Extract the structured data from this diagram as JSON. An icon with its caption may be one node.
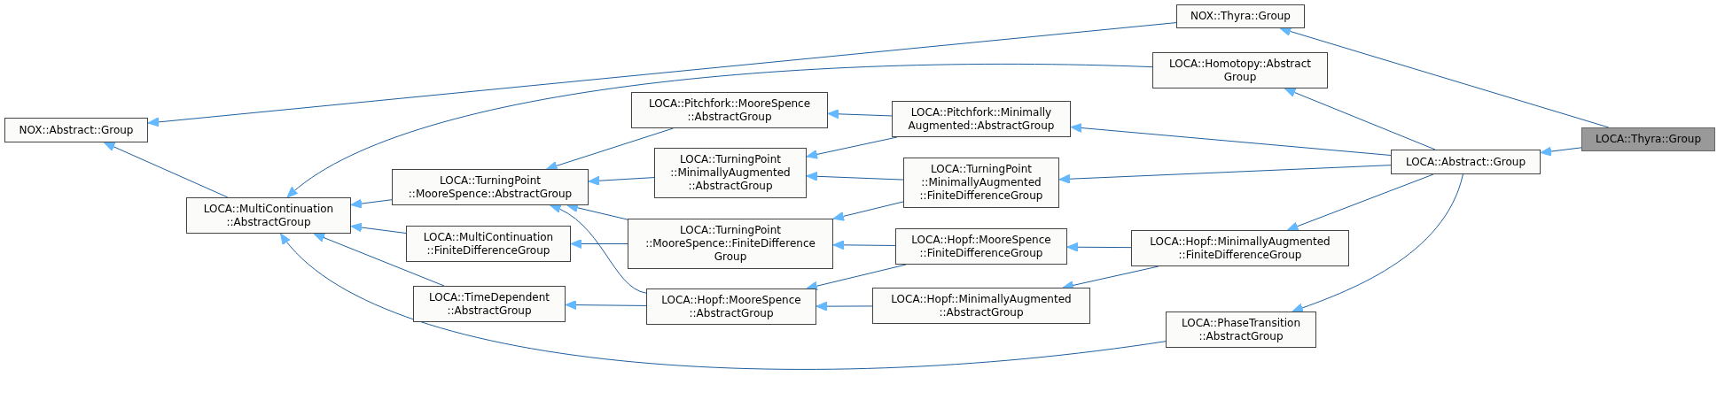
{
  "diagram": {
    "nodes": [
      {
        "text": [
          "NOX::Abstract::Group"
        ]
      },
      {
        "text": [
          "LOCA::MultiContinuation ::AbstractGroup"
        ]
      },
      {
        "text": [
          "LOCA::TurningPoint ::MooreSpence::AbstractGroup"
        ]
      },
      {
        "text": [
          "LOCA::MultiContinuation ::FiniteDifferenceGroup"
        ]
      },
      {
        "text": [
          "LOCA::TimeDependent ::AbstractGroup"
        ]
      },
      {
        "text": [
          "LOCA::Pitchfork::MooreSpence ::AbstractGroup"
        ]
      },
      {
        "text": [
          "LOCA::TurningPoint ::MinimallyAugmented ::AbstractGroup"
        ]
      },
      {
        "text": [
          "LOCA::TurningPoint ::MooreSpence::FiniteDifference Group"
        ]
      },
      {
        "text": [
          "LOCA::Hopf::MooreSpence ::AbstractGroup"
        ]
      },
      {
        "text": [
          "LOCA::Pitchfork::Minimally Augmented::AbstractGroup"
        ]
      },
      {
        "text": [
          "LOCA::TurningPoint ::MinimallyAugmented ::FiniteDifferenceGroup"
        ]
      },
      {
        "text": [
          "LOCA::Hopf::MooreSpence ::FiniteDifferenceGroup"
        ]
      },
      {
        "text": [
          "LOCA::Hopf::MinimallyAugmented ::AbstractGroup"
        ]
      },
      {
        "text": [
          "NOX::Thyra::Group"
        ]
      },
      {
        "text": [
          "LOCA::Homotopy::Abstract Group"
        ]
      },
      {
        "text": [
          "LOCA::Abstract::Group"
        ]
      },
      {
        "text": [
          "LOCA::Thyra::Group"
        ]
      },
      {
        "text": [
          "LOCA::Hopf::MinimallyAugmented ::FiniteDifferenceGroup"
        ]
      },
      {
        "text": [
          "LOCA::PhaseTransition ::AbstractGroup"
        ]
      }
    ],
    "edges": [
      {
        "from": 13,
        "to": 0,
        "arrow": "to"
      },
      {
        "from": 1,
        "to": 0,
        "arrow": "to"
      },
      {
        "from": 14,
        "to": 1,
        "arrow": "to"
      },
      {
        "from": 2,
        "to": 1,
        "arrow": "to"
      },
      {
        "from": 3,
        "to": 1,
        "arrow": "to"
      },
      {
        "from": 4,
        "to": 1,
        "arrow": "to"
      },
      {
        "from": 18,
        "to": 1,
        "arrow": "to"
      },
      {
        "from": 5,
        "to": 2,
        "arrow": "to"
      },
      {
        "from": 6,
        "to": 2,
        "arrow": "to"
      },
      {
        "from": 7,
        "to": 2,
        "arrow": "to"
      },
      {
        "from": 8,
        "to": 2,
        "arrow": "to"
      },
      {
        "from": 7,
        "to": 3,
        "arrow": "to"
      },
      {
        "from": 8,
        "to": 4,
        "arrow": "to"
      },
      {
        "from": 9,
        "to": 5,
        "arrow": "to"
      },
      {
        "from": 9,
        "to": 6,
        "arrow": "to"
      },
      {
        "from": 10,
        "to": 6,
        "arrow": "to"
      },
      {
        "from": 10,
        "to": 7,
        "arrow": "to"
      },
      {
        "from": 11,
        "to": 7,
        "arrow": "to"
      },
      {
        "from": 11,
        "to": 8,
        "arrow": "to"
      },
      {
        "from": 12,
        "to": 8,
        "arrow": "to"
      },
      {
        "from": 17,
        "to": 11,
        "arrow": "to"
      },
      {
        "from": 17,
        "to": 12,
        "arrow": "to"
      },
      {
        "from": 15,
        "to": 14,
        "arrow": "to"
      },
      {
        "from": 15,
        "to": 9,
        "arrow": "to"
      },
      {
        "from": 15,
        "to": 10,
        "arrow": "to"
      },
      {
        "from": 15,
        "to": 17,
        "arrow": "to"
      },
      {
        "from": 15,
        "to": 18,
        "arrow": "to"
      },
      {
        "from": 16,
        "to": 15,
        "arrow": "to"
      },
      {
        "from": 16,
        "to": 13,
        "arrow": "to"
      }
    ]
  }
}
